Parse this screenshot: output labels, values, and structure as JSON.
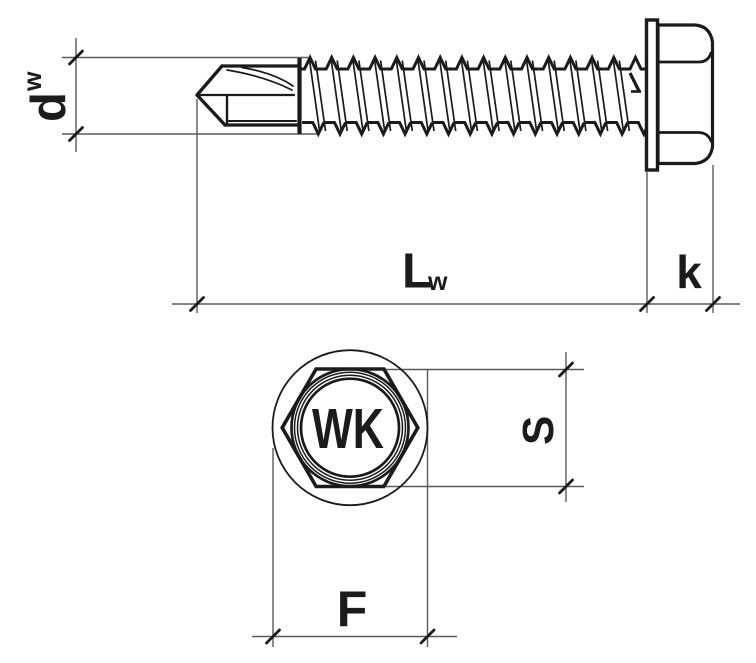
{
  "drawing": {
    "type": "technical-drawing",
    "subject": "hex-washer-head self-drilling screw, side view and head plan view",
    "colors": {
      "object": "#1b1b1b",
      "dim": "#5a5a5a",
      "bg": "#ffffff"
    },
    "labels": {
      "dw_main": "d",
      "dw_sub": "w",
      "lw_main": "L",
      "lw_sub": "w",
      "k": "k",
      "s": "S",
      "f": "F",
      "head_mark": "WK"
    }
  }
}
